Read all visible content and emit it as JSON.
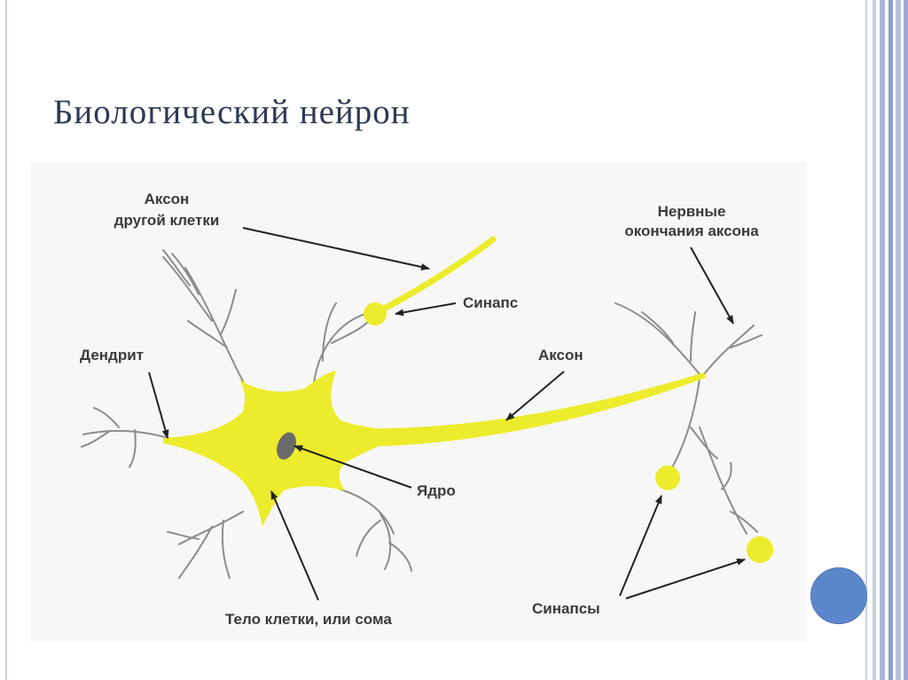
{
  "slide": {
    "title": "Биологический нейрон"
  },
  "diagram": {
    "labels": {
      "axon_other_cell_1": "Аксон",
      "axon_other_cell_2": "другой клетки",
      "synapse": "Синапс",
      "nerve_endings_1": "Нервные",
      "nerve_endings_2": "окончания аксона",
      "dendrite": "Дендрит",
      "axon": "Аксон",
      "nucleus": "Ядро",
      "cell_body": "Тело клетки, или сома",
      "synapses": "Синапсы"
    },
    "colors": {
      "cell": "#ecec2c",
      "dendrite": "#8c8c8c",
      "nucleus": "#6a6a6a",
      "arrow": "#222222"
    }
  },
  "theme": {
    "title_color": "#2c3a55",
    "accent": "#5b86c9"
  }
}
